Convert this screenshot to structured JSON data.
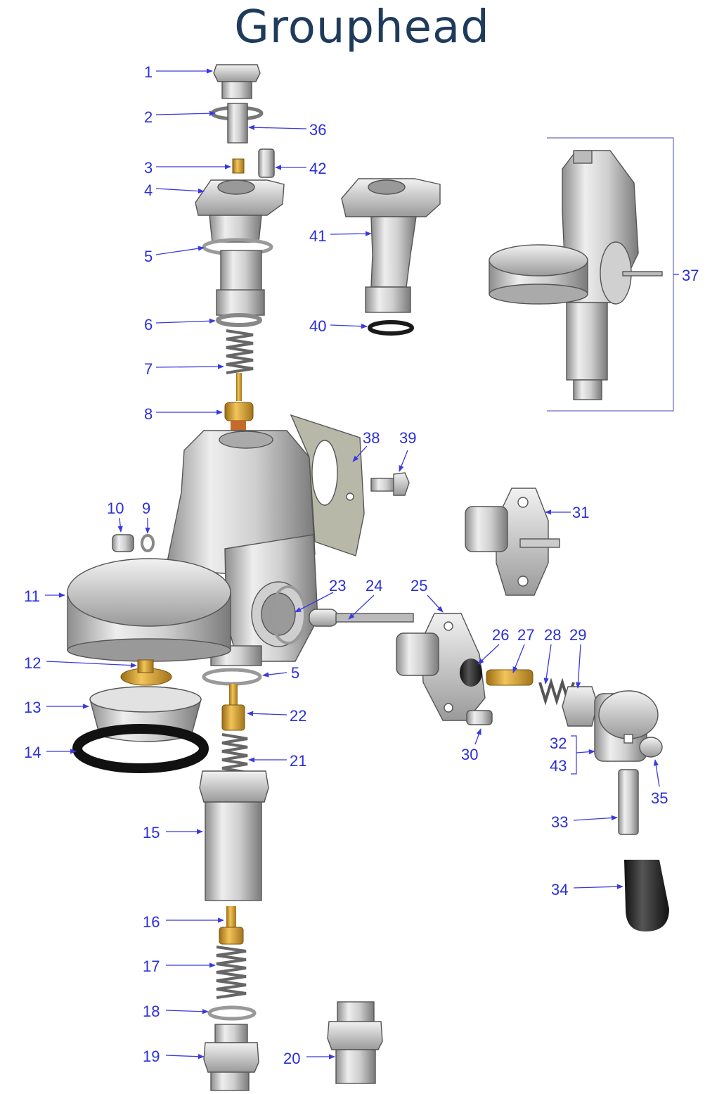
{
  "title": "Grouphead",
  "colors": {
    "title": "#1f3b5c",
    "label": "#2a2fd6",
    "leader": "#3a3ae0",
    "brass": "#d9a63a",
    "rubber": "#1a1a1a"
  },
  "callouts": [
    {
      "id": "c1",
      "text": "1"
    },
    {
      "id": "c2",
      "text": "2"
    },
    {
      "id": "c36",
      "text": "36"
    },
    {
      "id": "c3",
      "text": "3"
    },
    {
      "id": "c42",
      "text": "42"
    },
    {
      "id": "c4",
      "text": "4"
    },
    {
      "id": "c41",
      "text": "41"
    },
    {
      "id": "c5a",
      "text": "5"
    },
    {
      "id": "c40",
      "text": "40"
    },
    {
      "id": "c6",
      "text": "6"
    },
    {
      "id": "c7",
      "text": "7"
    },
    {
      "id": "c8",
      "text": "8"
    },
    {
      "id": "c37",
      "text": "37"
    },
    {
      "id": "c38",
      "text": "38"
    },
    {
      "id": "c39",
      "text": "39"
    },
    {
      "id": "c10",
      "text": "10"
    },
    {
      "id": "c9",
      "text": "9"
    },
    {
      "id": "c31",
      "text": "31"
    },
    {
      "id": "c11",
      "text": "11"
    },
    {
      "id": "c23",
      "text": "23"
    },
    {
      "id": "c24",
      "text": "24"
    },
    {
      "id": "c25",
      "text": "25"
    },
    {
      "id": "c26",
      "text": "26"
    },
    {
      "id": "c27",
      "text": "27"
    },
    {
      "id": "c28",
      "text": "28"
    },
    {
      "id": "c29",
      "text": "29"
    },
    {
      "id": "c12",
      "text": "12"
    },
    {
      "id": "c5b",
      "text": "5"
    },
    {
      "id": "c13",
      "text": "13"
    },
    {
      "id": "c22",
      "text": "22"
    },
    {
      "id": "c30",
      "text": "30"
    },
    {
      "id": "c32",
      "text": "32"
    },
    {
      "id": "c43",
      "text": "43"
    },
    {
      "id": "c14",
      "text": "14"
    },
    {
      "id": "c21",
      "text": "21"
    },
    {
      "id": "c35",
      "text": "35"
    },
    {
      "id": "c15",
      "text": "15"
    },
    {
      "id": "c33",
      "text": "33"
    },
    {
      "id": "c34",
      "text": "34"
    },
    {
      "id": "c16",
      "text": "16"
    },
    {
      "id": "c17",
      "text": "17"
    },
    {
      "id": "c18",
      "text": "18"
    },
    {
      "id": "c19",
      "text": "19"
    },
    {
      "id": "c20",
      "text": "20"
    }
  ]
}
